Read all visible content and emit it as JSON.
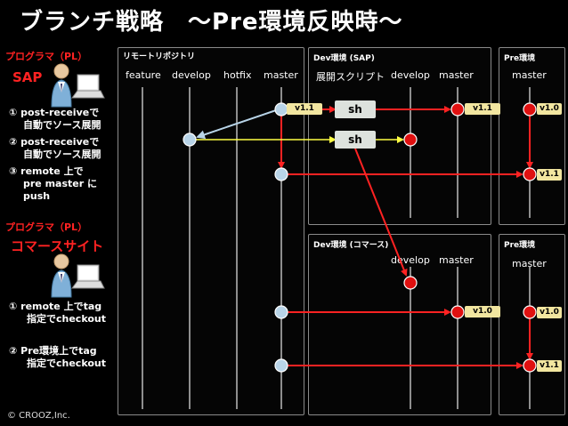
{
  "title": "ブランチ戦略　～Pre環境反映時～",
  "sections": {
    "sap": {
      "role": "プログラマ（PL）",
      "name": "SAP",
      "steps": [
        "① post-receiveで",
        "自動でソース展開",
        "② post-receiveで",
        "自動でソース展開",
        "③ remote 上で",
        "pre master に",
        "push"
      ]
    },
    "commerce": {
      "role": "プログラマ（PL）",
      "name": "コマースサイト",
      "steps": [
        "① remote 上でtag",
        "指定でcheckout",
        "② Pre環境上でtag",
        "指定でcheckout"
      ]
    }
  },
  "panels": {
    "remote": {
      "label": "リモートリポジトリ",
      "columns": [
        "feature",
        "develop",
        "hotfix",
        "master"
      ]
    },
    "dev_sap": {
      "label": "Dev環境 (SAP)",
      "columns": [
        "展開スクリプト",
        "develop",
        "master"
      ]
    },
    "pre1": {
      "label": "Pre環境",
      "columns": [
        "master"
      ]
    },
    "dev_commerce": {
      "label": "Dev環境 (コマース)",
      "columns": [
        "develop",
        "master"
      ]
    },
    "pre2": {
      "label": "Pre環境",
      "columns": [
        "master"
      ]
    }
  },
  "boxes": {
    "sh1": "sh",
    "sh2": "sh"
  },
  "tags": {
    "remote_master": "v1.1",
    "dev_sap_master": "v1.1",
    "pre1_top": "v1.0",
    "pre1_new": "v1.1",
    "dev_com_master": "v1.0",
    "pre2_top": "v1.0",
    "pre2_new": "v1.1"
  },
  "colors": {
    "accent_red": "#ff2222",
    "arrow_yellow": "#ffff44",
    "node_blue": "#b8d4e8",
    "node_red": "#e01010"
  },
  "copyright": "© CROOZ,Inc."
}
